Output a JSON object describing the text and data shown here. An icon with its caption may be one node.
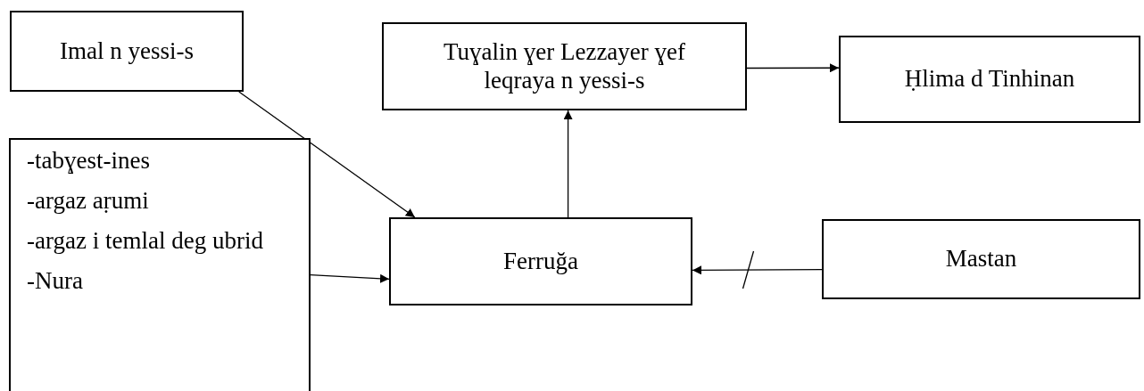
{
  "diagram": {
    "nodes": [
      {
        "text": [
          "Imal n yessi-s"
        ]
      },
      {
        "text": [
          "Tuɣalin ɣer Lezzayer ɣef leqraya n yessi-s"
        ]
      },
      {
        "text": [
          "Ḥlima d Tinhinan"
        ]
      },
      {
        "text": [
          "-tabɣest-ines",
          "-argaz aṛumi",
          "-argaz i temlal deg ubrid",
          "-Nura"
        ]
      },
      {
        "text": [
          "Ferruğa"
        ]
      },
      {
        "text": [
          "Mastan"
        ]
      }
    ],
    "edges": [
      {
        "from": 0,
        "to": 4,
        "arrow": "to"
      },
      {
        "from": 4,
        "to": 1,
        "arrow": "to"
      },
      {
        "from": 1,
        "to": 2,
        "arrow": "to"
      },
      {
        "from": 3,
        "to": 4,
        "arrow": "to"
      },
      {
        "from": 5,
        "to": 4,
        "arrow": "to"
      }
    ]
  }
}
